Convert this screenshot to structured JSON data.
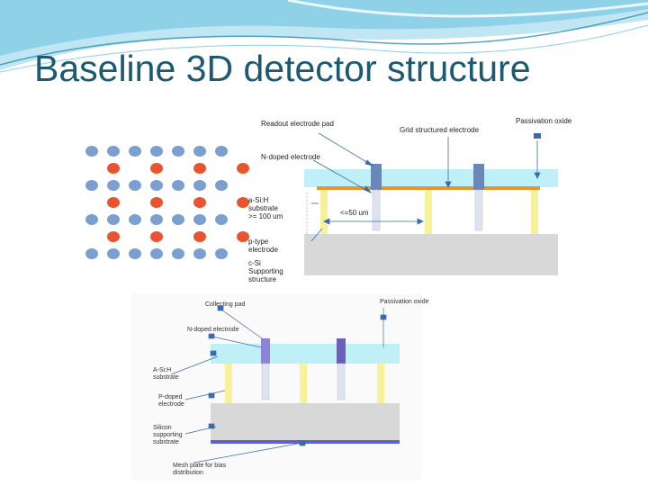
{
  "slide": {
    "title": "Baseline 3D detector structure"
  },
  "colors": {
    "title": "#1b5a70",
    "wave_light": "#bfe6f2",
    "wave_mid": "#7fcbe3",
    "wave_dark": "#2e8db1",
    "dot_blue": "#7b9fcf",
    "dot_red": "#e8542f",
    "substrate": "#bff0f8",
    "support": "#d8d8d8",
    "n_electrode": "#6b86b8",
    "n_electrode_purple": "#8d82d8",
    "p_electrode": "#f7f29a",
    "grid": "#e8952a",
    "arrow": "#3d6aa8",
    "mesh_plate": "#5f5fd6"
  },
  "pattern": {
    "rows": [
      "bbbbbbb",
      "rrrr",
      "bbbbbbb",
      "rrrr",
      "bbbbbbb",
      "rrrr",
      "bbbbbbb"
    ]
  },
  "top_diagram": {
    "readout_pad": "Readout electrode pad",
    "grid_electrode": "Grid structured electrode",
    "passivation": "Passivation oxide",
    "n_doped": "N-doped electrode",
    "asi_substrate": "a-Si:H\nsubstrate\n>= 100 um",
    "spacing": "<=50 um",
    "p_type": "p-type\nelectrode",
    "csi_support": "c-Si\nSupporting\nstructure"
  },
  "bottom_diagram": {
    "collecting_pad": "Collecting pad",
    "passivation": "Passivation oxide",
    "n_doped": "N-doped electrode",
    "asi_substrate": "A-Si:H\nsubstrate",
    "p_doped": "P-doped\nelectrode",
    "silicon_support": "Silicon\nsupporting\nsubstrate",
    "mesh_plate": "Mesh plate for bias\ndistribution"
  }
}
